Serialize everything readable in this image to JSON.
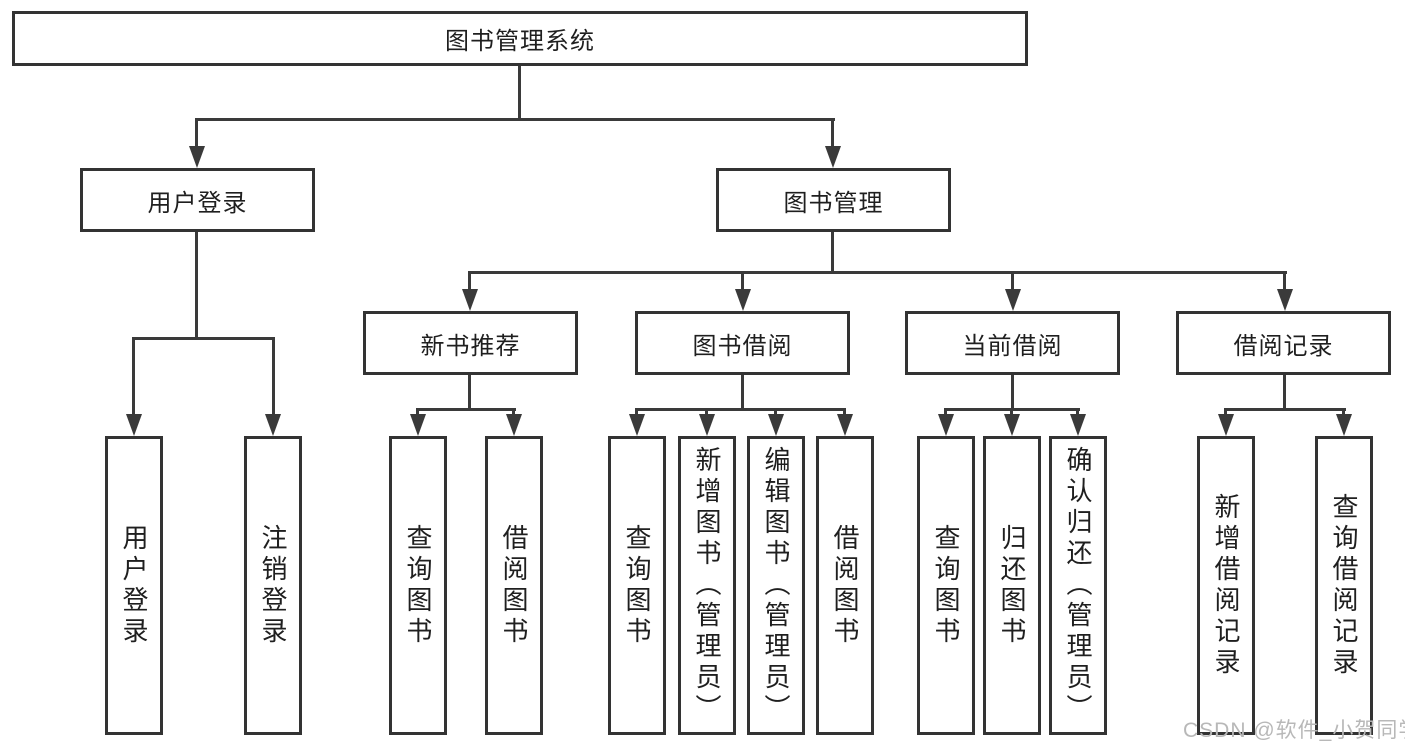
{
  "meta": {
    "type": "hierarchy-diagram",
    "background": "#ffffff"
  },
  "colors": {
    "box_border": "#333333",
    "line": "#3a3a3a",
    "text": "#1f1f1f",
    "watermark": "#b8b8b8"
  },
  "tree": {
    "root": {
      "label": "图书管理系统",
      "children": [
        {
          "label": "用户登录",
          "children": [
            {
              "label": "用户登录"
            },
            {
              "label": "注销登录"
            }
          ]
        },
        {
          "label": "图书管理",
          "children": [
            {
              "label": "新书推荐",
              "children": [
                {
                  "label": "查询图书"
                },
                {
                  "label": "借阅图书"
                }
              ]
            },
            {
              "label": "图书借阅",
              "children": [
                {
                  "label": "查询图书"
                },
                {
                  "label": "新增图书（管理员）"
                },
                {
                  "label": "编辑图书（管理员）"
                },
                {
                  "label": "借阅图书"
                }
              ]
            },
            {
              "label": "当前借阅",
              "children": [
                {
                  "label": "查询图书"
                },
                {
                  "label": "归还图书"
                },
                {
                  "label": "确认归还（管理员）"
                }
              ]
            },
            {
              "label": "借阅记录",
              "children": [
                {
                  "label": "新增借阅记录"
                },
                {
                  "label": "查询借阅记录"
                }
              ]
            }
          ]
        }
      ]
    }
  },
  "watermark": {
    "text": "CSDN @软件_小贺同学"
  }
}
